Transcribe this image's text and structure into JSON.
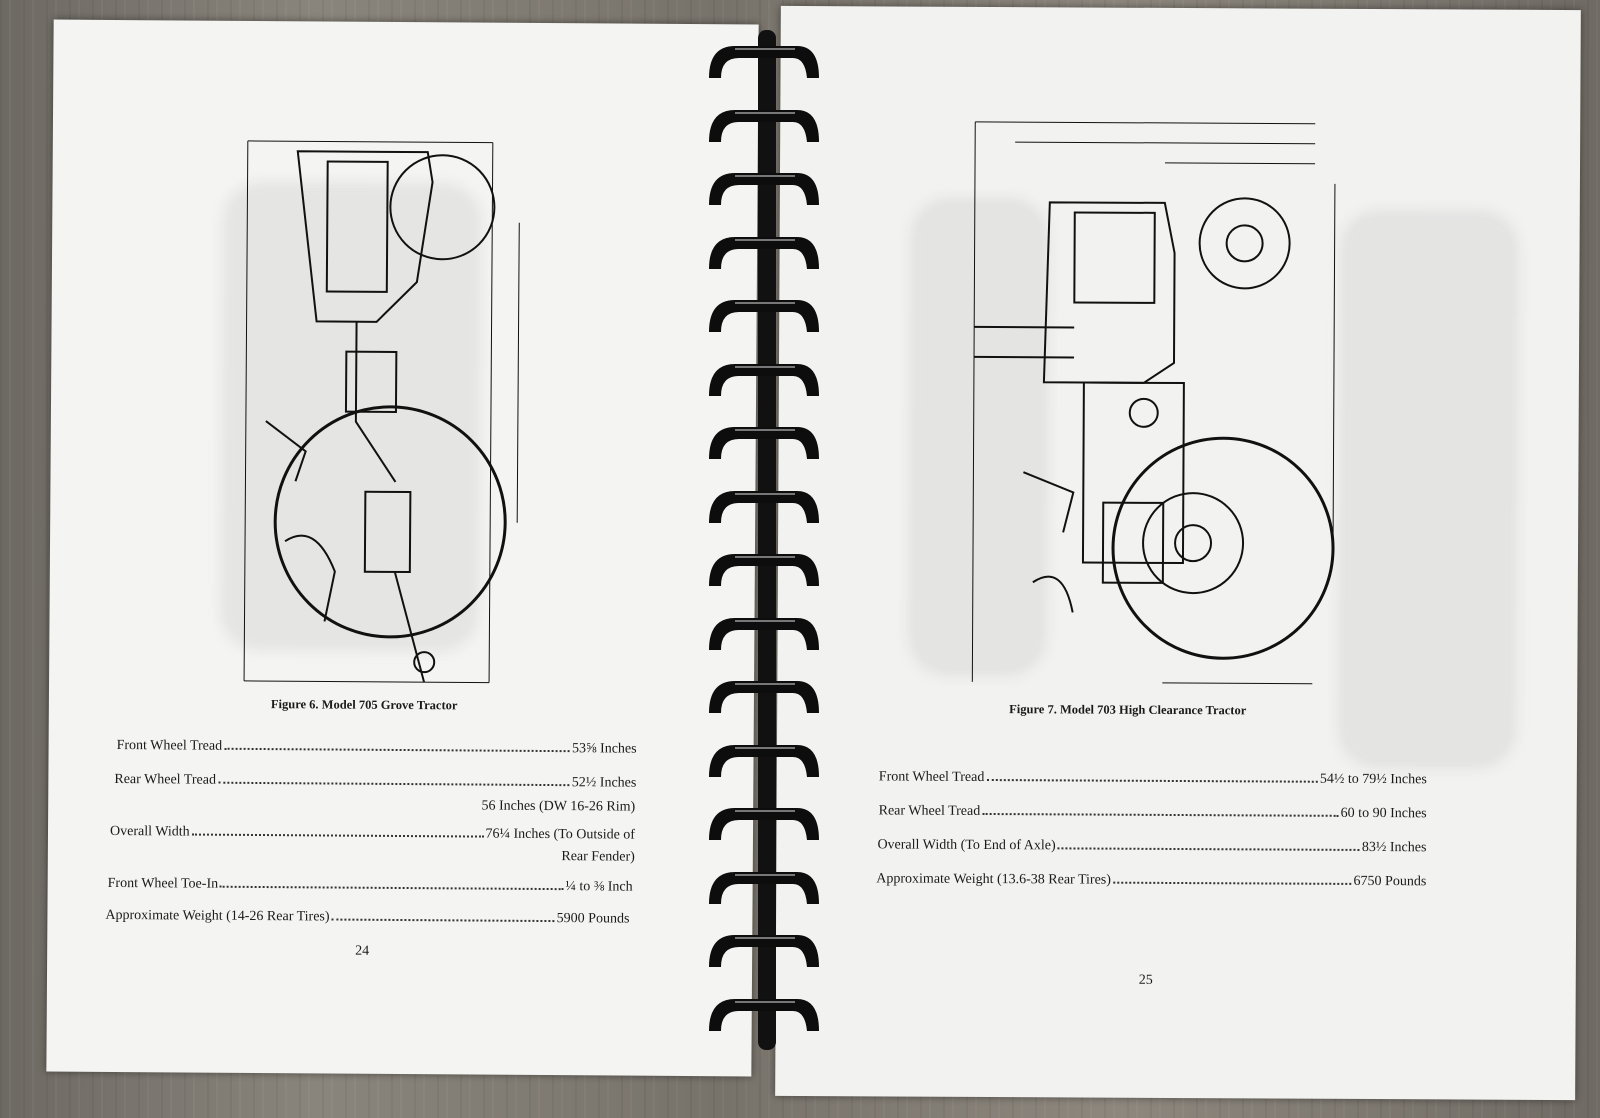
{
  "left_page": {
    "figure_caption": "Figure 6.  Model 705 Grove Tractor",
    "specs": [
      {
        "label": "Front Wheel Tread",
        "value": "53⅝ Inches"
      },
      {
        "label": "Rear Wheel  Tread",
        "value": "52½ Inches",
        "extra": "56 Inches (DW 16-26 Rim)"
      },
      {
        "label": "Overall Width",
        "value": "76¼ Inches (To Outside of",
        "extra": "Rear Fender)"
      },
      {
        "label": "Front Wheel Toe-In",
        "value": "¼ to ⅜ Inch"
      },
      {
        "label": "Approximate Weight (14-26 Rear Tires) ",
        "value": "5900 Pounds"
      }
    ],
    "page_number": "24"
  },
  "right_page": {
    "figure_caption": "Figure 7. Model 703 High Clearance Tractor",
    "specs": [
      {
        "label": "Front Wheel Tread",
        "value": "54½ to 79½ Inches"
      },
      {
        "label": "Rear Wheel  Tread",
        "value": "60 to 90 Inches"
      },
      {
        "label": "Overall Width  (To End of Axle)",
        "value": "83½ Inches"
      },
      {
        "label": "Approximate Weight  (13.6-38  Rear Tires)",
        "value": "6750 Pounds"
      }
    ],
    "page_number": "25"
  },
  "colors": {
    "paper": "#f4f4f2",
    "ink": "#1a1a1a",
    "binding": "#111111"
  }
}
